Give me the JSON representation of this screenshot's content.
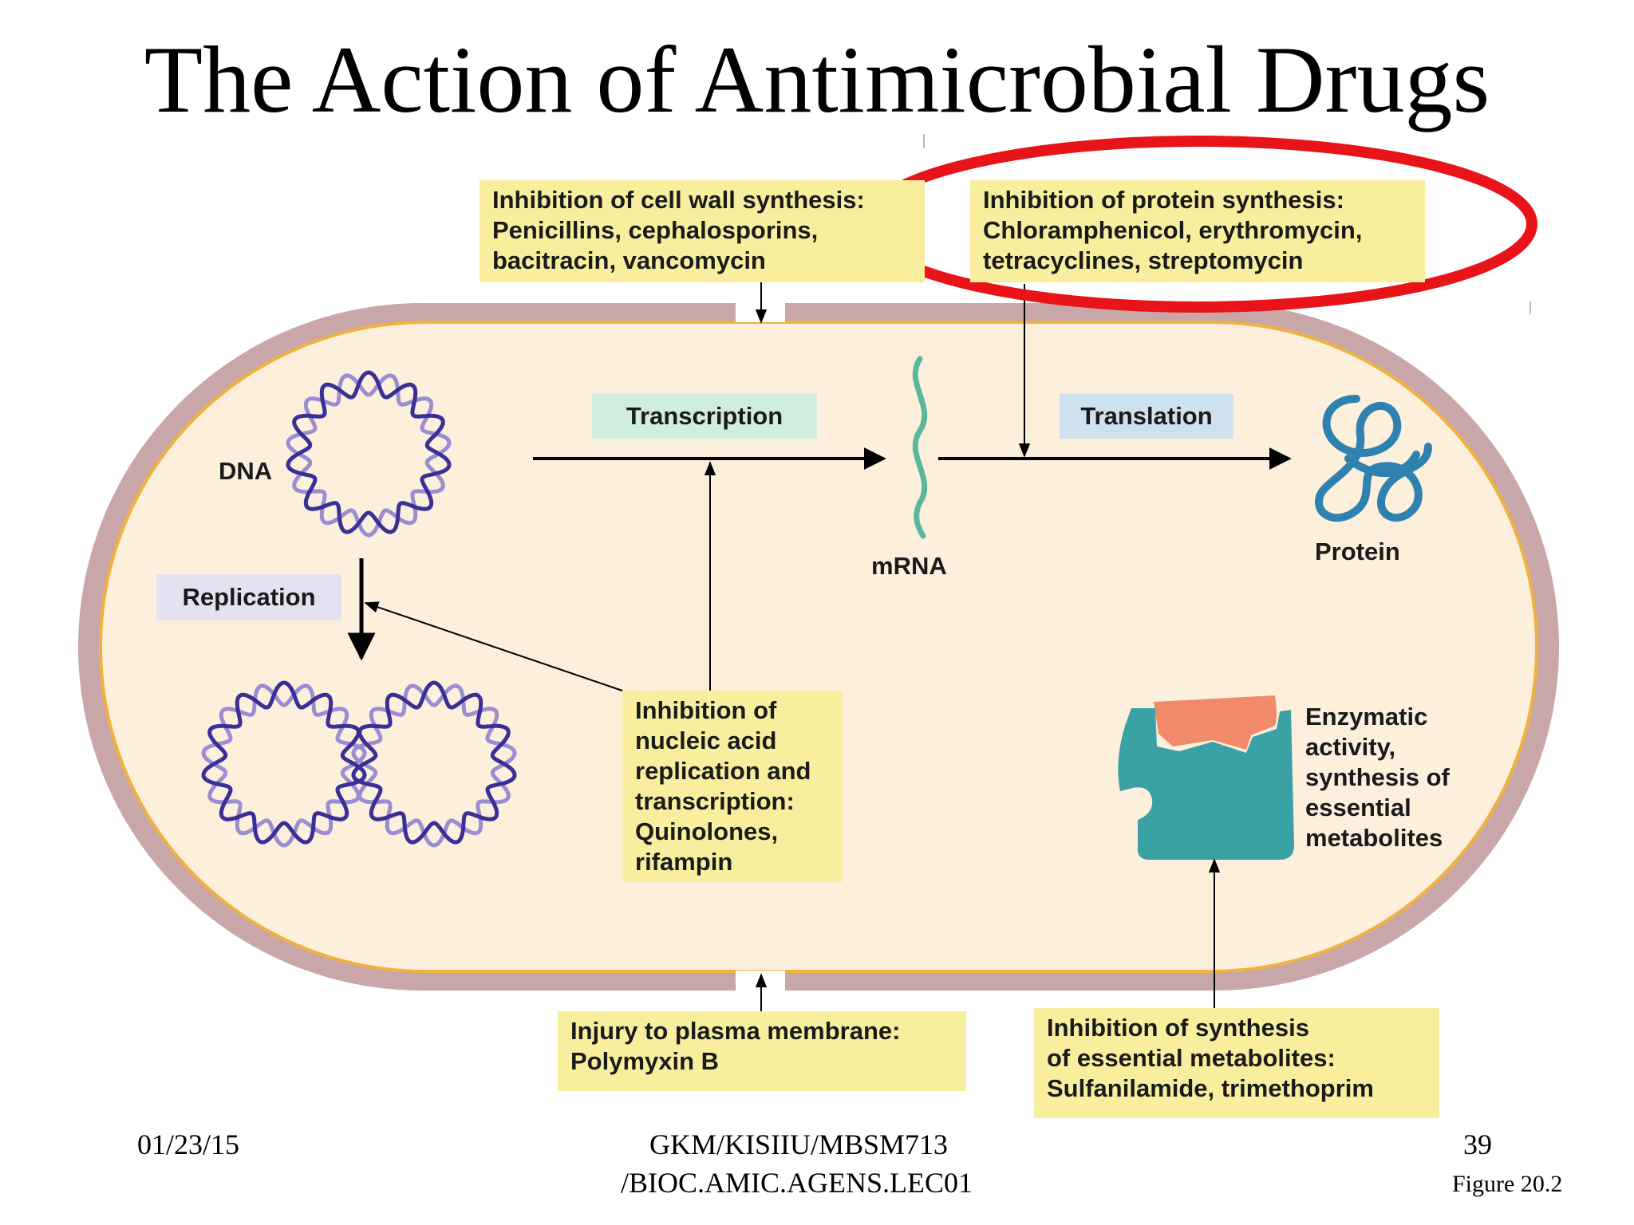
{
  "title": "The Action of Antimicrobial Drugs",
  "boxes": {
    "cell_wall": [
      "Inhibition of cell wall synthesis:",
      "Penicillins, cephalosporins,",
      "bacitracin, vancomycin"
    ],
    "protein": [
      "Inhibition of protein synthesis:",
      "Chloramphenicol, erythromycin,",
      "tetracyclines, streptomycin"
    ],
    "nucleic_acid": [
      "Inhibition of",
      "nucleic acid",
      "replication and",
      "transcription:",
      "Quinolones,",
      "rifampin"
    ],
    "membrane": [
      "Injury to plasma membrane:",
      "Polymyxin B"
    ],
    "metabolites": [
      "Inhibition of synthesis",
      "of essential metabolites:",
      "Sulfanilamide, trimethoprim"
    ]
  },
  "process_labels": {
    "transcription": "Transcription",
    "translation": "Translation",
    "replication": "Replication"
  },
  "molecule_labels": {
    "dna": "DNA",
    "mrna": "mRNA",
    "protein": "Protein"
  },
  "enzyme_text": [
    "Enzymatic",
    "activity,",
    "synthesis of",
    "essential",
    "metabolites"
  ],
  "footer": {
    "date": "01/23/15",
    "course_line1": "GKM/KISIIU/MBSM713",
    "course_line2": "/BIOC.AMIC.AGENS.LEC01",
    "page": "39",
    "figure": "Figure 20.2"
  },
  "colors": {
    "cell_wall": "#c9a7a8",
    "cytoplasm": "#fcefdc",
    "membrane_line": "#f0b23e",
    "note_box": "#f8ef9e",
    "transcription_chip": "#cfeedd",
    "translation_chip": "#cde1ef",
    "replication_chip": "#e6e1f1",
    "dna_dark": "#3a2f97",
    "dna_light": "#9b8dd1",
    "mrna": "#5bb79b",
    "protein": "#2f82b0",
    "enzyme": "#3aa1a5",
    "substrate": "#f08a6b",
    "highlight_ring": "#e8141a"
  }
}
